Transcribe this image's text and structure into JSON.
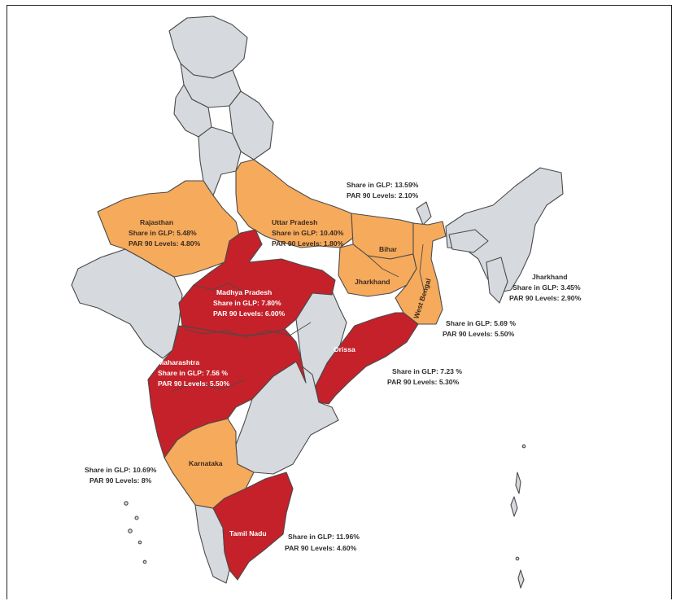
{
  "map": {
    "colors": {
      "other_state": "#d6d9dd",
      "moderate": "#f6aa5c",
      "high": "#c5212a",
      "border": "#4a4a4a"
    },
    "states": {
      "rajasthan": {
        "name": "Rajasthan",
        "share": "Share in GLP: 5.48%",
        "par": "PAR 90 Levels: 4.80%"
      },
      "uttar_pradesh": {
        "name": "Uttar Pradesh",
        "share": "Share in GLP: 10.40%",
        "par": "PAR 90 Levels: 1.80%"
      },
      "madhya_pradesh": {
        "name": "Madhya Pradesh",
        "share": "Share in GLP: 7.80%",
        "par": "PAR 90 Levels: 6.00%"
      },
      "maharashtra": {
        "name": "Maharashtra",
        "share": "Share in GLP: 7.56 %",
        "par": "PAR 90 Levels: 5.50%"
      },
      "orissa": {
        "name": "Orissa",
        "share": "Share in GLP: 7.23 %",
        "par": "PAR 90 Levels: 5.30%"
      },
      "karnataka": {
        "name": "Karnataka",
        "share": "Share in GLP: 10.69%",
        "par": "PAR 90 Levels: 8%"
      },
      "tamil_nadu": {
        "name": "Tamil Nadu",
        "share": "Share in GLP: 11.96%",
        "par": "PAR 90 Levels: 4.60%"
      },
      "bihar": {
        "name": "Bihar",
        "share": "Share in GLP: 13.59%",
        "par": "PAR 90 Levels: 2.10%"
      },
      "jharkhand": {
        "name": "Jharkhand",
        "share": "Share in GLP: 3.45%",
        "par": "PAR 90 Levels: 2.90%",
        "callout_name": "Jharkhand"
      },
      "west_bengal": {
        "name": "West Bengal",
        "share": "Share in GLP: 5.69 %",
        "par": "PAR 90 Levels: 5.50%"
      }
    }
  }
}
